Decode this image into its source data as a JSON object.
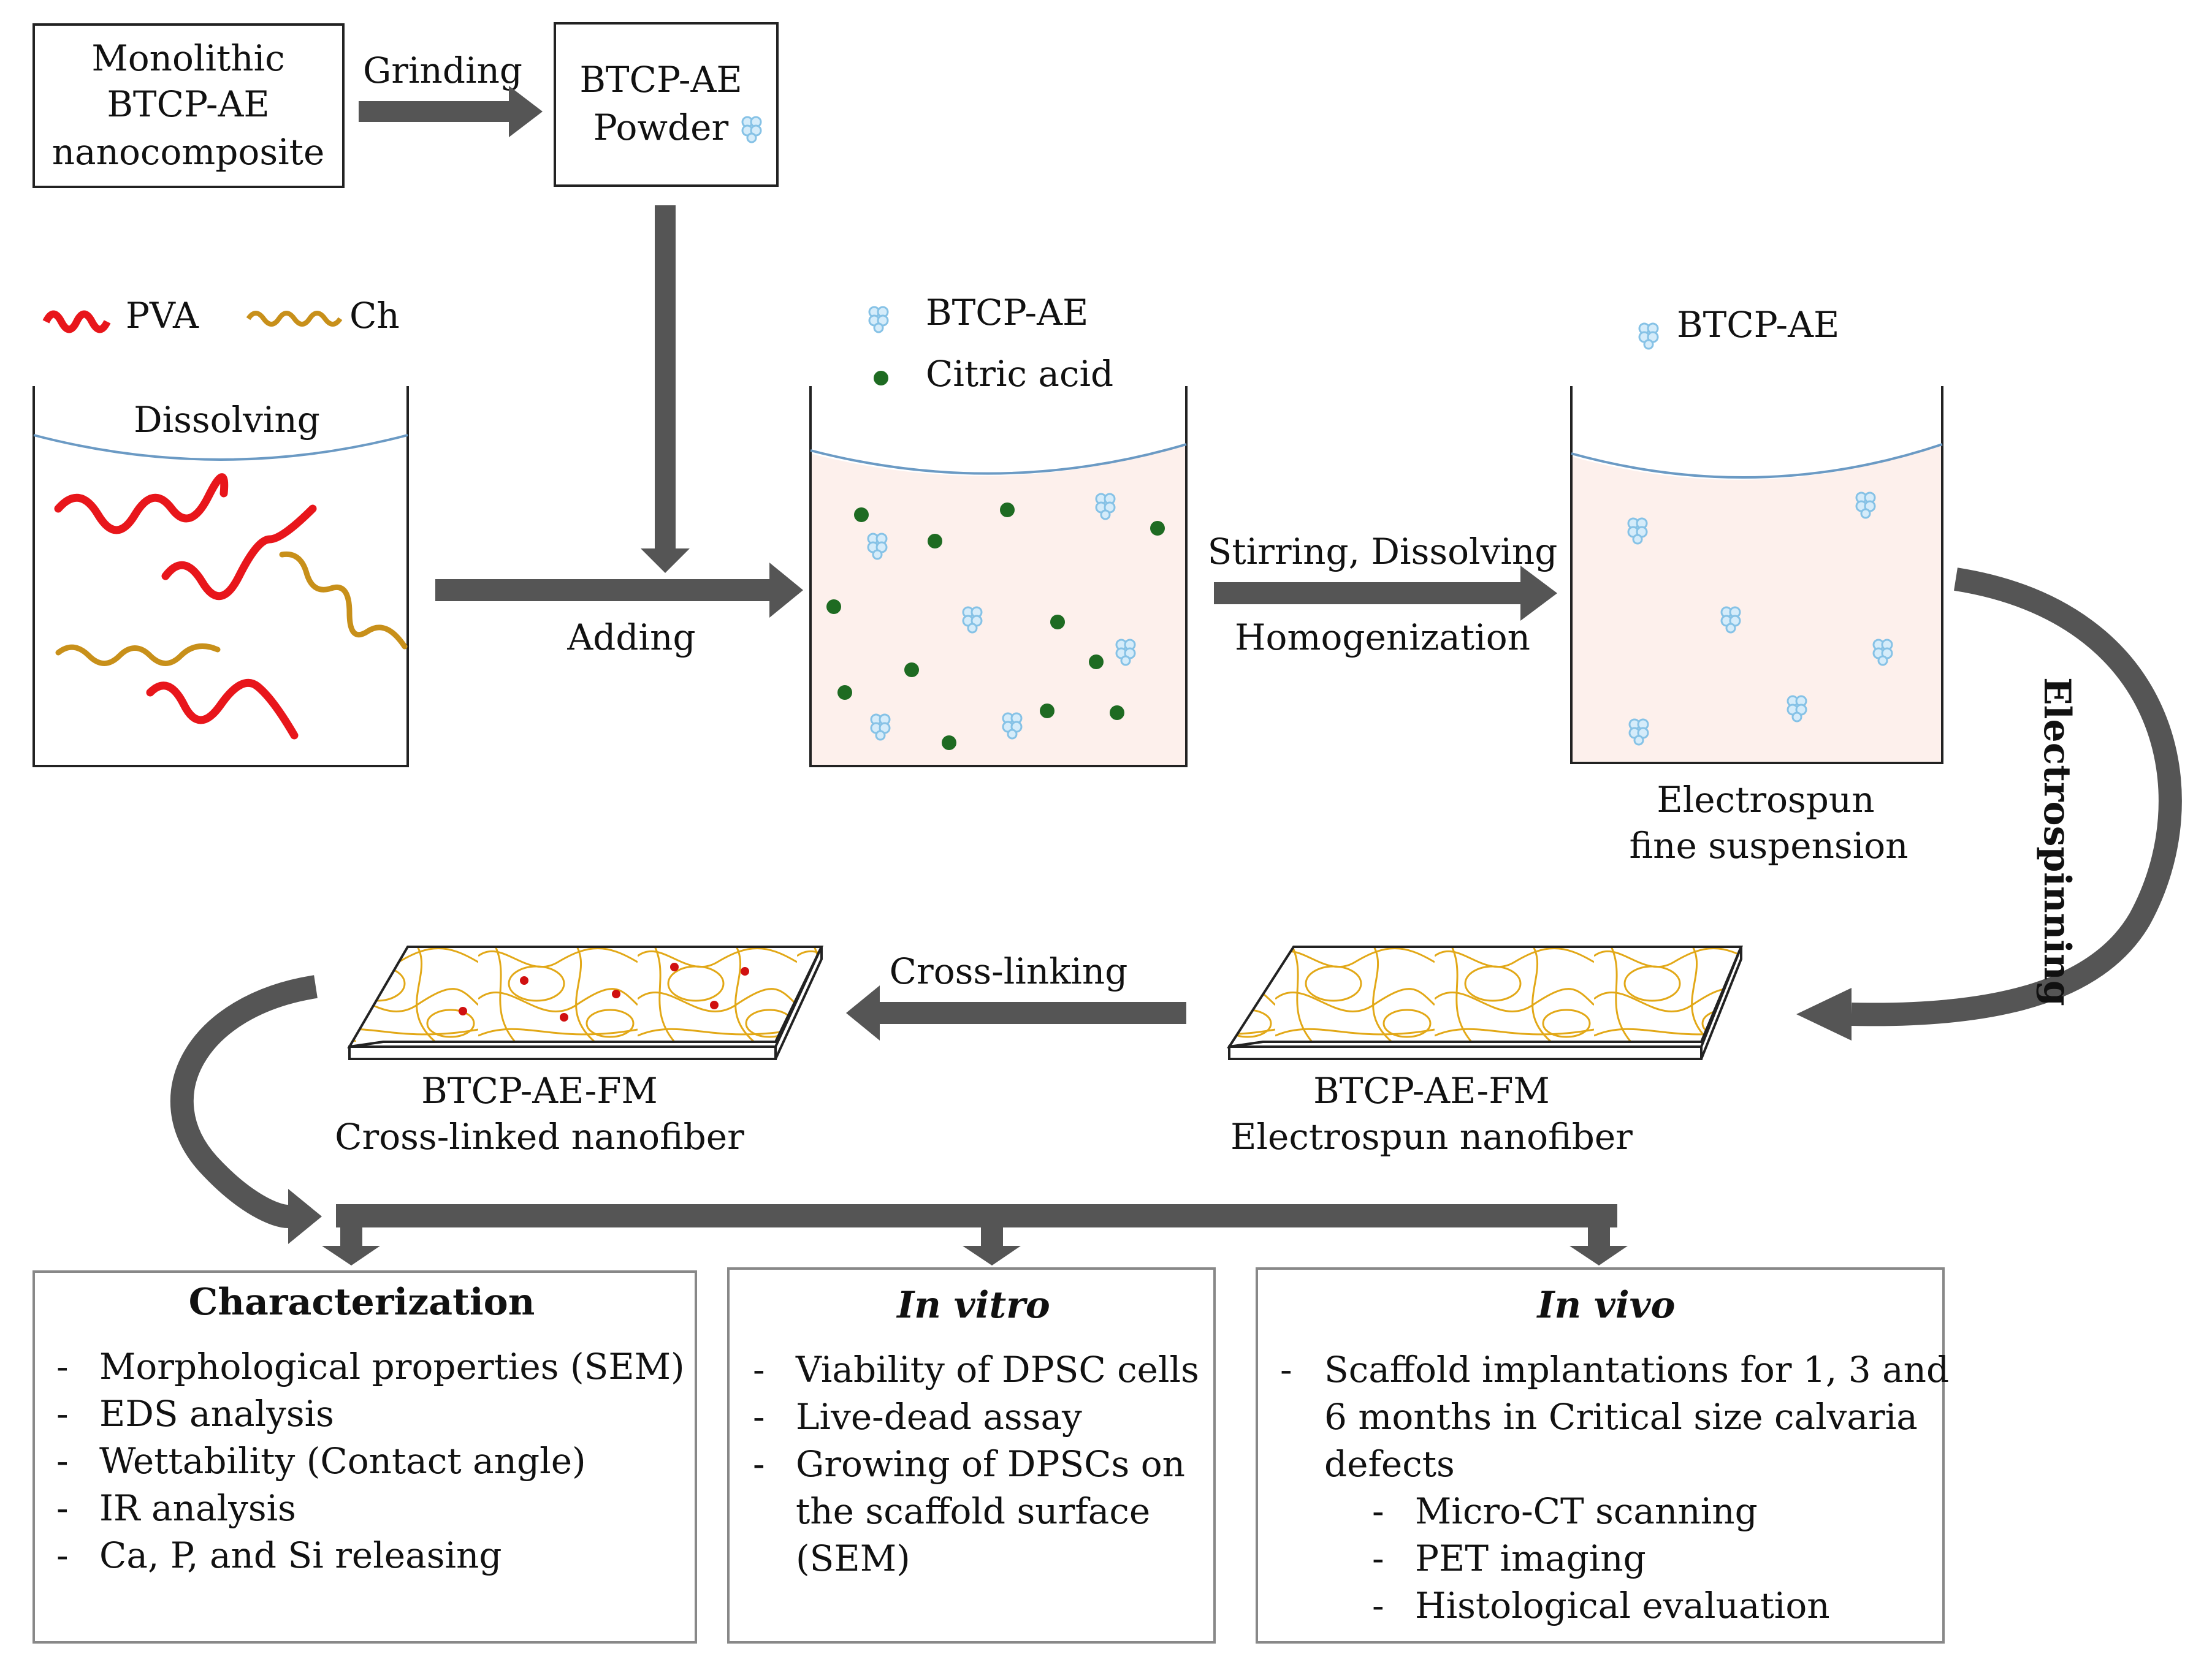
{
  "steps": {
    "monolithic": [
      "Monolithic",
      "BTCP-AE",
      "nanocomposite"
    ],
    "grinding": "Grinding",
    "powder": [
      "BTCP-AE",
      "Powder"
    ],
    "legend_pva": "PVA",
    "legend_ch": "Ch",
    "dissolving": "Dissolving",
    "adding": "Adding",
    "mix_legend_btcp": "BTCP-AE",
    "mix_legend_citric": "Citric acid",
    "stirring": "Stirring, Dissolving",
    "homogenization": "Homogenization",
    "susp_legend_btcp": "BTCP-AE",
    "suspension_caption": [
      "Electrospun",
      "fine suspension"
    ],
    "electrospinning": "Electrospinning",
    "crosslinking": "Cross-linking",
    "fm_electrospun": [
      "BTCP-AE-FM",
      "Electrospun nanofiber"
    ],
    "fm_crosslinked": [
      "BTCP-AE-FM",
      "Cross-linked nanofiber"
    ]
  },
  "panels": {
    "characterization": {
      "title": "Characterization",
      "items": [
        "Morphological properties (SEM)",
        "EDS analysis",
        "Wettability (Contact angle)",
        "IR analysis",
        "Ca, P, and Si releasing"
      ]
    },
    "invitro": {
      "title": "In vitro",
      "items": [
        "Viability of DPSC cells",
        "Live-dead assay",
        "Growing of DPSCs on",
        "the scaffold surface",
        "(SEM)"
      ]
    },
    "invivo": {
      "title": "In vivo",
      "items": [
        "Scaffold implantations for 1, 3 and",
        "6 months in Critical size calvaria",
        "defects",
        "Micro-CT scanning",
        "PET imaging",
        "Histological evaluation"
      ]
    }
  },
  "colors": {
    "arrow": "#555555",
    "pva": "#e8161b",
    "chitosan": "#c8901a",
    "liquid": "#fdf0ec",
    "meniscus": "#6b9ac4",
    "citric": "#1e6b22",
    "btcp": "#9fd0ef",
    "fiber": "#e2a817",
    "crosslink": "#d01010"
  },
  "dash": "-"
}
